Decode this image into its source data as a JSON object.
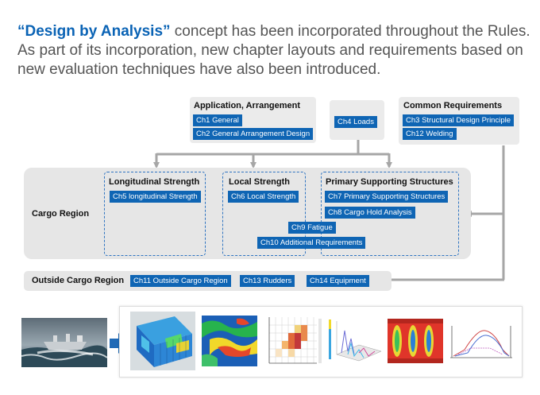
{
  "intro": {
    "highlight": "“Design by Analysis”",
    "line1_rest": " concept has been incorporated throughout the Rules.",
    "line2": "As part of its incorporation, new chapter layouts and requirements based on",
    "line3": "new evaluation techniques have also been introduced."
  },
  "application": {
    "title": "Application, Arrangement",
    "items": [
      "Ch1 General",
      "Ch2 General Arrangement Design"
    ]
  },
  "loads": {
    "item": "Ch4 Loads"
  },
  "common": {
    "title": "Common Requirements",
    "items": [
      "Ch3 Structural Design Principle",
      "Ch12 Welding"
    ]
  },
  "cargo_region": {
    "title": "Cargo Region",
    "longitudinal": {
      "title": "Longitudinal Strength",
      "items": [
        "Ch5 longitudinal Strength"
      ]
    },
    "local": {
      "title": "Local Strength",
      "items": [
        "Ch6 Local Strength"
      ]
    },
    "primary": {
      "title": "Primary Supporting Structures",
      "items": [
        "Ch7 Primary Supporting Structures",
        "Ch8 Cargo Hold Analysis"
      ]
    },
    "shared": [
      "Ch9 Fatigue",
      "Ch10 Additional Requirements"
    ]
  },
  "outside_region": {
    "title": "Outside Cargo Region",
    "items": [
      "Ch11 Outside Cargo Region",
      "Ch13 Rudders",
      "Ch14 Equipment"
    ]
  },
  "colors": {
    "chip": "#0f65b4",
    "highlight": "#0a63b5",
    "arrow": "#a6a6a6",
    "dashed": "#2f74c1"
  },
  "illustrations": [
    "ship-photo",
    "fem-hull-model",
    "wave-map",
    "scatter-diagram",
    "surface-3d-plot",
    "stress-contour",
    "load-curve-plot"
  ]
}
